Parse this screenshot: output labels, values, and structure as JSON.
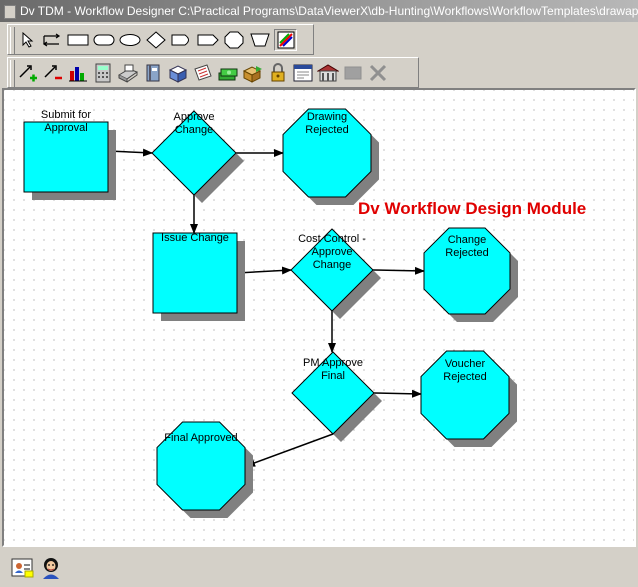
{
  "window": {
    "title": "Dv TDM - Workflow Designer C:\\Practical Programs\\DataViewerX\\db-Hunting\\Workflows\\WorkflowTemplates\\drawapproval"
  },
  "toolbar_shapes": {
    "tools": [
      "pointer-tool",
      "connector-tool",
      "rectangle-tool",
      "rounded-rectangle-tool",
      "ellipse-tool",
      "diamond-tool",
      "delay-shape-tool",
      "chevron-tool",
      "octagon-tool",
      "trapezoid-tool",
      "color-palette-tool"
    ]
  },
  "toolbar_actions": {
    "tools": [
      "add-step-tool",
      "remove-step-tool",
      "chart-tool",
      "calculator-tool",
      "scan-tool",
      "book-tool",
      "package-tool",
      "form-tool",
      "money-tool",
      "export-tool",
      "lock-tool",
      "properties-tool",
      "building-tool",
      "disabled-tool",
      "delete-tool"
    ]
  },
  "diagram": {
    "watermark": "Dv Workflow Design Module",
    "nodes": [
      {
        "id": "submit",
        "shape": "rect",
        "lines": [
          "Submit for",
          "Approval"
        ]
      },
      {
        "id": "approve",
        "shape": "diamond",
        "lines": [
          "Approve",
          "Change"
        ]
      },
      {
        "id": "drawing",
        "shape": "octagon",
        "lines": [
          "Drawing",
          "Rejected"
        ]
      },
      {
        "id": "issue",
        "shape": "rect",
        "lines": [
          "Issue Change"
        ]
      },
      {
        "id": "cost",
        "shape": "diamond",
        "lines": [
          "Cost Control -",
          "Approve",
          "Change"
        ]
      },
      {
        "id": "change",
        "shape": "octagon",
        "lines": [
          "Change",
          "Rejected"
        ]
      },
      {
        "id": "pm",
        "shape": "diamond",
        "lines": [
          "PM Approve",
          "Final"
        ]
      },
      {
        "id": "voucher",
        "shape": "octagon",
        "lines": [
          "Voucher",
          "Rejected"
        ]
      },
      {
        "id": "final",
        "shape": "octagon",
        "lines": [
          "Final Approved"
        ]
      }
    ],
    "edges": [
      [
        "submit",
        "approve"
      ],
      [
        "approve",
        "drawing"
      ],
      [
        "approve",
        "issue"
      ],
      [
        "issue",
        "cost"
      ],
      [
        "cost",
        "change"
      ],
      [
        "cost",
        "pm"
      ],
      [
        "pm",
        "voucher"
      ],
      [
        "pm",
        "final"
      ]
    ]
  },
  "statusbar": {
    "buttons": [
      "user-card-icon",
      "help-person-icon"
    ]
  },
  "colors": {
    "shape_fill": "#00ffff",
    "shadow": "#808080",
    "watermark": "#e00000"
  }
}
